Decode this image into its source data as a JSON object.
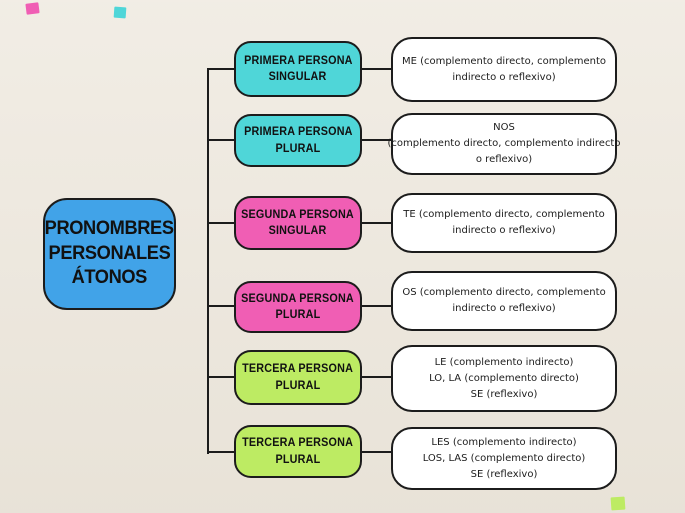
{
  "title": {
    "lines": [
      "PRONOMBRES",
      "PERSONALES",
      "ÁTONOS"
    ]
  },
  "palette": {
    "paper": "#ede7dc",
    "ink": "#1c1c1c",
    "blue": "#41a3e8",
    "teal": "#4fd6d8",
    "pink": "#f05eb4",
    "green": "#bdeb63",
    "white": "#ffffff"
  },
  "rows": [
    {
      "color": "teal",
      "label_lines": [
        "PRIMERA PERSONA",
        "SINGULAR"
      ],
      "detail_lines": [
        "ME (complemento directo, complemento",
        "indirecto o reflexivo)"
      ]
    },
    {
      "color": "teal",
      "label_lines": [
        "PRIMERA PERSONA",
        "PLURAL"
      ],
      "detail_lines": [
        "NOS",
        "(complemento directo, complemento indirecto",
        "o reflexivo)"
      ]
    },
    {
      "color": "pink",
      "label_lines": [
        "SEGUNDA PERSONA",
        "SINGULAR"
      ],
      "detail_lines": [
        "TE (complemento directo, complemento",
        "indirecto o reflexivo)"
      ]
    },
    {
      "color": "pink",
      "label_lines": [
        "SEGUNDA PERSONA",
        "PLURAL"
      ],
      "detail_lines": [
        "OS (complemento directo, complemento",
        "indirecto o reflexivo)"
      ]
    },
    {
      "color": "green",
      "label_lines": [
        "TERCERA PERSONA",
        "PLURAL"
      ],
      "detail_lines": [
        "LE (complemento indirecto)",
        "LO, LA (complemento directo)",
        "SE (reflexivo)"
      ]
    },
    {
      "color": "green",
      "label_lines": [
        "TERCERA PERSONA",
        "PLURAL"
      ],
      "detail_lines": [
        "LES (complemento indirecto)",
        "LOS, LAS (complemento directo)",
        "SE (reflexivo)"
      ]
    }
  ],
  "decorations": [
    {
      "name": "pink-accent-square",
      "color": "pink"
    },
    {
      "name": "teal-accent-square",
      "color": "teal"
    },
    {
      "name": "green-accent-square",
      "color": "green"
    }
  ]
}
